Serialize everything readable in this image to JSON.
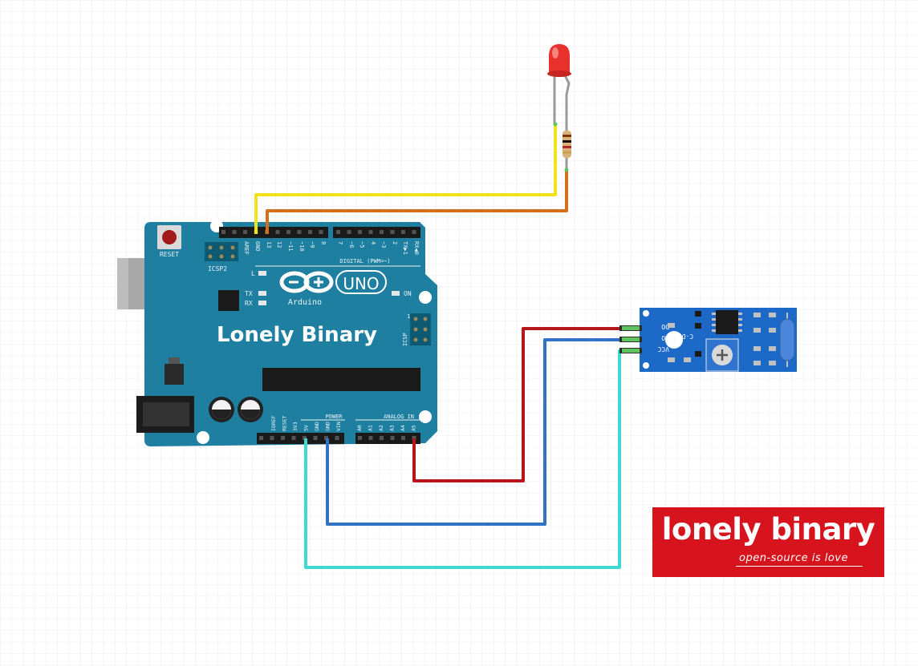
{
  "board": {
    "brand": "Lonely Binary",
    "reset_label": "RESET",
    "icsp2_label": "ICSP2",
    "icsp_label": "ICSP",
    "icsp_pin1": "1",
    "l_label": "L",
    "tx_label": "TX",
    "rx_label": "RX",
    "on_label": "ON",
    "digital_label": "DIGITAL (PWM=~)",
    "power_label": "POWER",
    "analog_label": "ANALOG IN",
    "uno_label": "UNO",
    "arduino_label": "Arduino",
    "digital_pins": [
      "AREF",
      "GND",
      "13",
      "12",
      "~11",
      "~10",
      "~9",
      "8",
      "7",
      "~6",
      "~5",
      "4",
      "~3",
      "2",
      "TX▶1",
      "RX◀0"
    ],
    "power_pins": [
      "IOREF",
      "RESET",
      "3V3",
      "5V",
      "GND",
      "GND",
      "VIN"
    ],
    "analog_pins": [
      "A0",
      "A1",
      "A2",
      "A3",
      "A4",
      "A5"
    ]
  },
  "sensor": {
    "pins": [
      "DO",
      "AO",
      "VCC"
    ],
    "ic_label": "C-DJ"
  },
  "logo": {
    "name": "lonely binary",
    "tagline": "open-source is love"
  },
  "wire_colors": {
    "yellow": "#f2e21a",
    "orange": "#d66f1c",
    "red": "#b4161c",
    "blue": "#3072c4",
    "cyan": "#3fd9d0"
  }
}
